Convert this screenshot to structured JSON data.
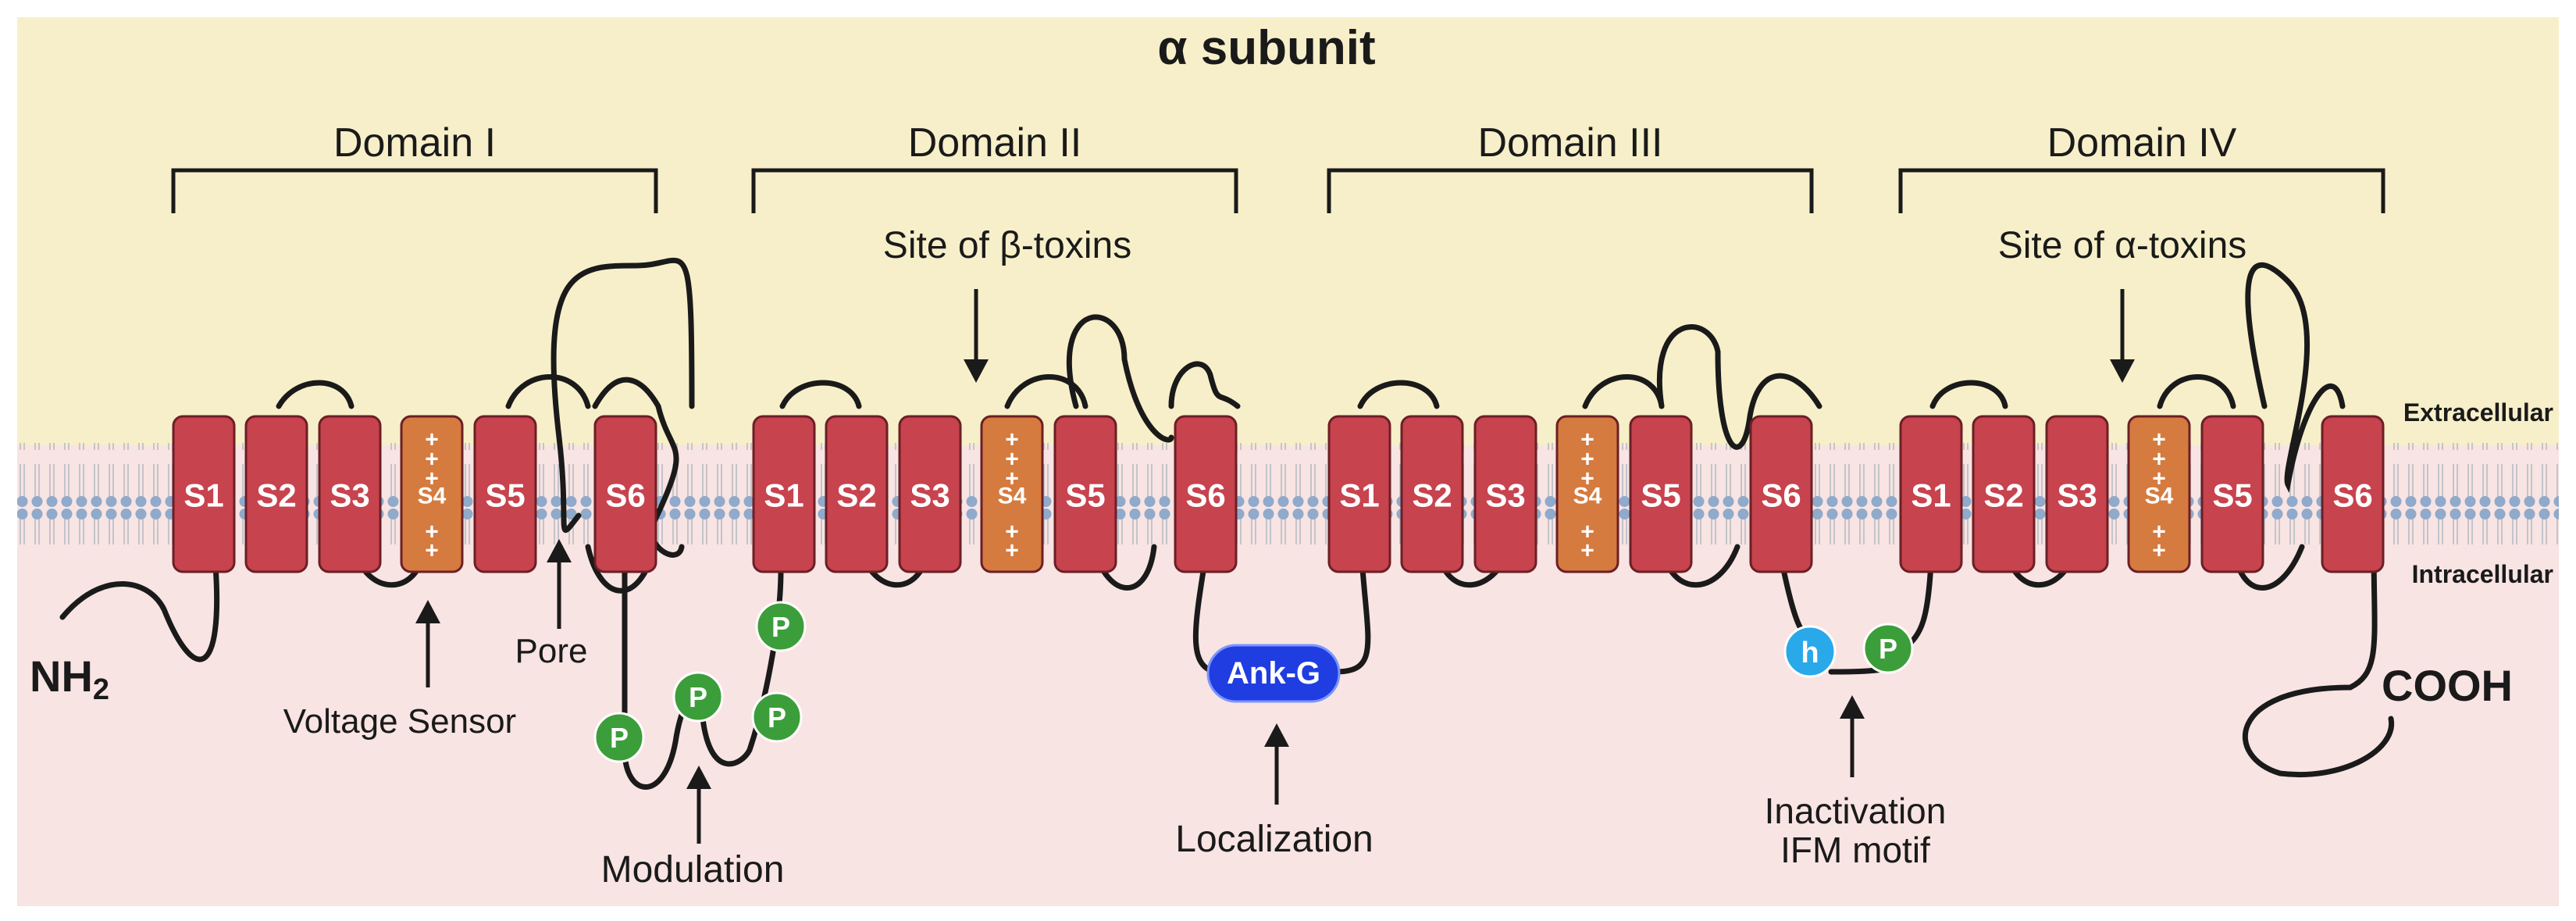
{
  "title": "α subunit",
  "domains": [
    {
      "label": "Domain I"
    },
    {
      "label": "Domain II"
    },
    {
      "label": "Domain III"
    },
    {
      "label": "Domain IV"
    }
  ],
  "segments": [
    "S1",
    "S2",
    "S3",
    "S4",
    "S5",
    "S6"
  ],
  "s4_charge": "+",
  "membrane_labels": {
    "extracellular": "Extracellular",
    "intracellular": "Intracellular"
  },
  "termini": {
    "n_terminus": "NH",
    "n_subscript": "2",
    "c_terminus": "COOH"
  },
  "annotations": {
    "beta_toxins": "Site of β-toxins",
    "alpha_toxins": "Site of α-toxins",
    "voltage_sensor": "Voltage Sensor",
    "pore": "Pore",
    "modulation": "Modulation",
    "localization": "Localization",
    "inactivation_line1": "Inactivation",
    "inactivation_line2": "IFM motif"
  },
  "badges": {
    "phosphorylation": "P",
    "ankyrin": "Ank-G",
    "hydrophobic": "h"
  },
  "colors": {
    "extracellular_bg": "#f7efc9",
    "intracellular_bg": "#f8e4e3",
    "segment": "#c7434e",
    "s4_segment": "#d57b3f",
    "lipid_head": "#8faacb",
    "phospho": "#3c9e3a",
    "ankyrin": "#1f3de0",
    "hydrophobic": "#29a9e9"
  }
}
